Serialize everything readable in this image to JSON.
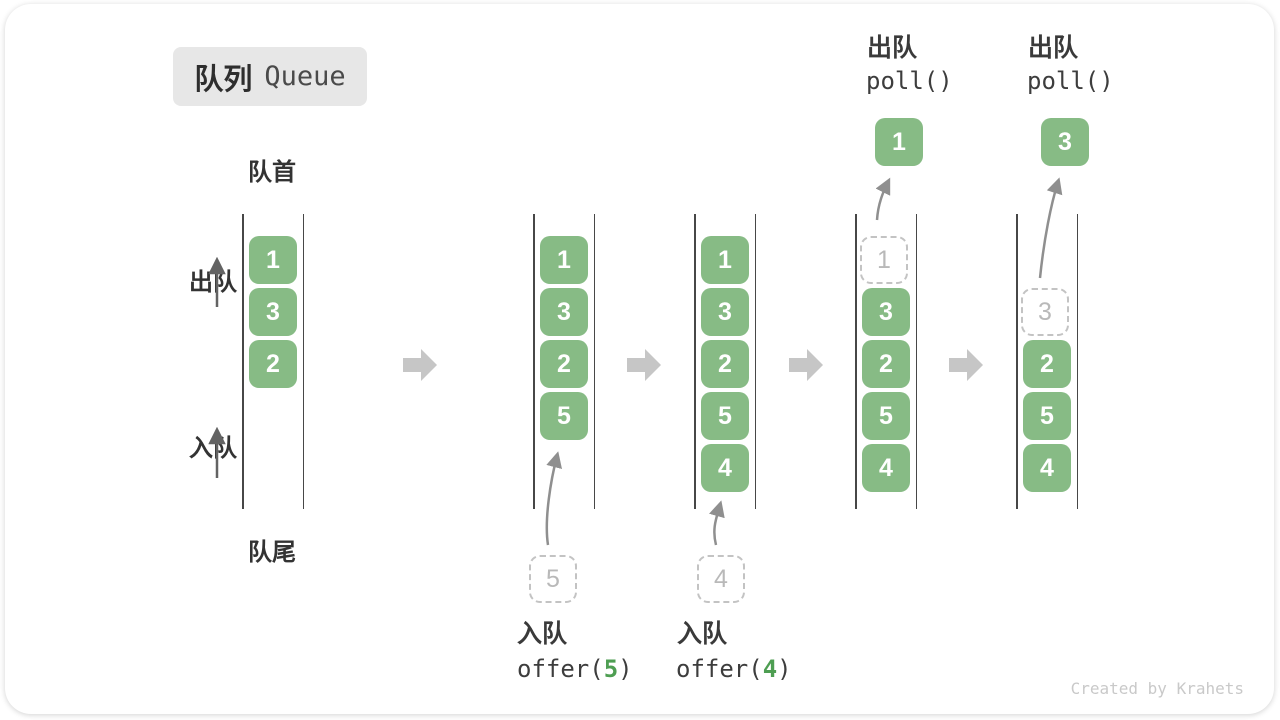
{
  "title": {
    "zh": "队列",
    "en": "Queue"
  },
  "side_labels": {
    "front": "队首",
    "rear": "队尾",
    "dequeue": "出队",
    "enqueue": "入队"
  },
  "watermark": "Created by Krahets",
  "colors": {
    "item_green": "#87bb85",
    "arg_green": "#4e9e52",
    "step_arrow_gray": "#c6c6c6",
    "ghost_gray": "#b9b9b9",
    "title_badge_bg": "#e7e7e7"
  },
  "stages": [
    {
      "items": [
        "1",
        "3",
        "2"
      ]
    },
    {
      "items": [
        "1",
        "3",
        "2",
        "5"
      ],
      "incoming": "5",
      "op": {
        "label": "入队",
        "code_pre": "offer(",
        "arg": "5",
        "code_post": ")"
      }
    },
    {
      "items": [
        "1",
        "3",
        "2",
        "5",
        "4"
      ],
      "incoming": "4",
      "op": {
        "label": "入队",
        "code_pre": "offer(",
        "arg": "4",
        "code_post": ")"
      }
    },
    {
      "ghost": "1",
      "items": [
        "3",
        "2",
        "5",
        "4"
      ],
      "popped": "1",
      "op": {
        "label": "出队",
        "code": "poll()"
      }
    },
    {
      "ghost": "3",
      "items": [
        "2",
        "5",
        "4"
      ],
      "popped": "3",
      "op": {
        "label": "出队",
        "code": "poll()"
      }
    }
  ]
}
